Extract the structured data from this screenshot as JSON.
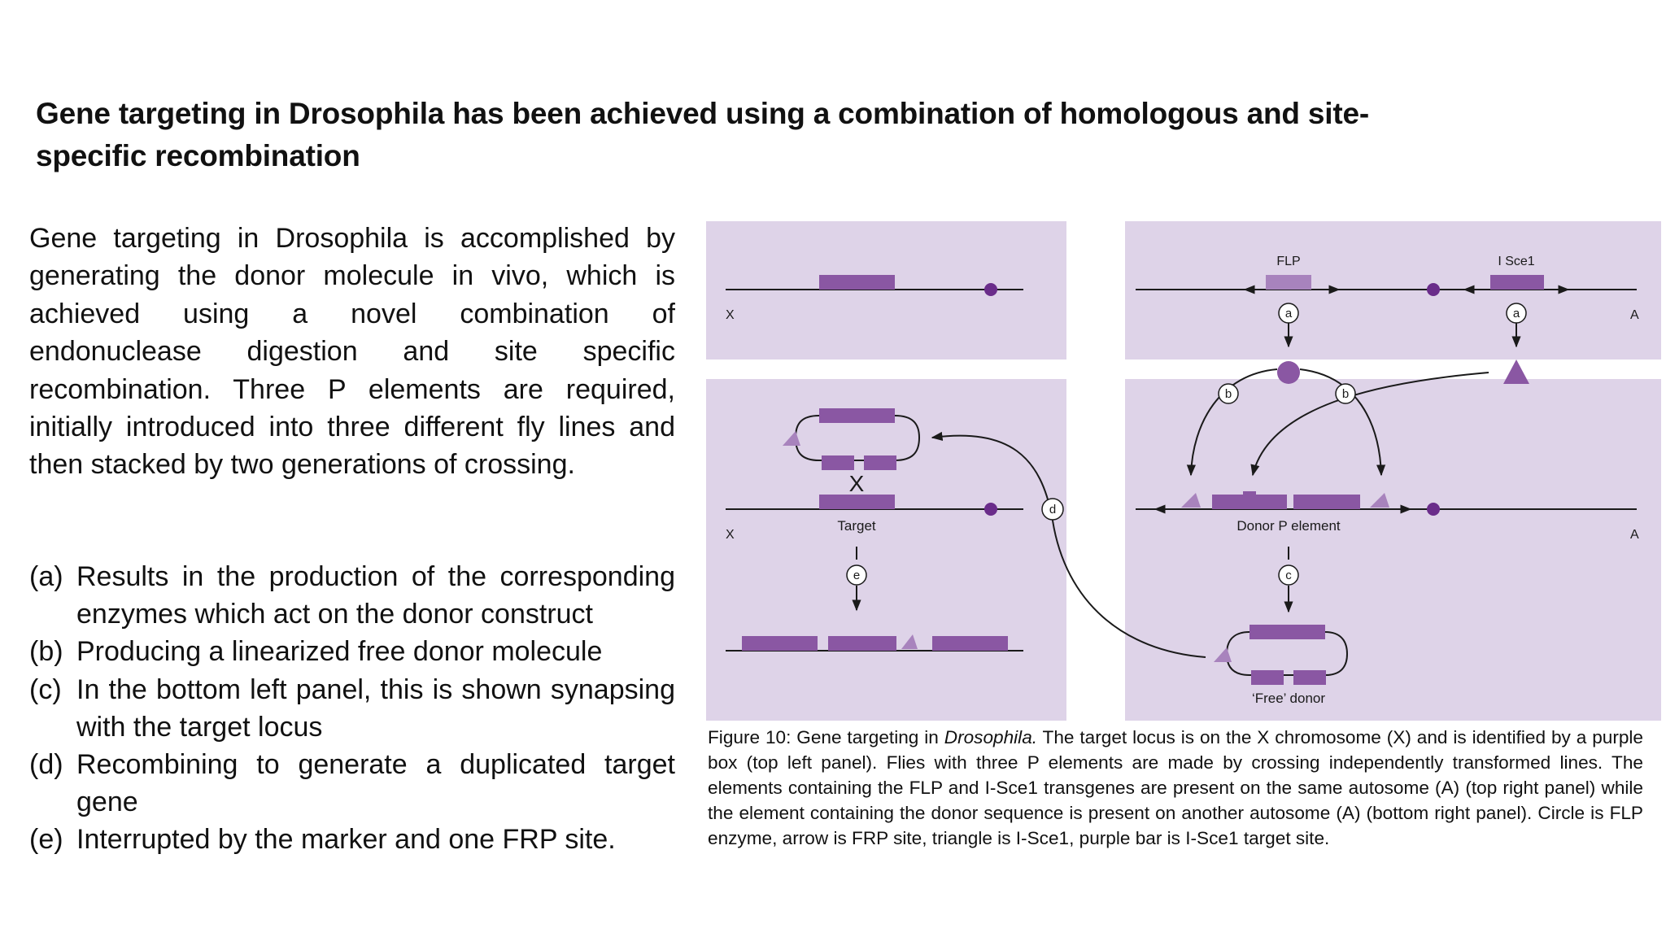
{
  "slide": {
    "title": "Gene targeting in Drosophila has been achieved using a combination of homologous and site-specific recombination",
    "intro": "Gene targeting in Drosophila is accomplished by generating the donor molecule in vivo, which is achieved using a novel combination of endonuclease digestion and site specific recombination. Three P elements are required, initially introduced into three different fly lines and then stacked by two generations of crossing.",
    "steps": [
      {
        "marker": "(a)",
        "text": "Results in the production of the corresponding enzymes which act on the donor construct"
      },
      {
        "marker": "(b)",
        "text": "Producing a linearized free donor molecule"
      },
      {
        "marker": "(c)",
        "text": "In the bottom left panel, this is shown synapsing with the target locus"
      },
      {
        "marker": "(d)",
        "text": "Recombining to generate a duplicated target gene"
      },
      {
        "marker": "(e)",
        "text": "Interrupted by the marker and one FRP site."
      }
    ]
  },
  "figure": {
    "labels": {
      "x": "X",
      "a": "A",
      "flp": "FLP",
      "isce1": "I Sce1",
      "target": "Target",
      "donor_p_element": "Donor P element",
      "free_donor": "‘Free’ donor",
      "cross": "X",
      "step_a": "a",
      "step_b": "b",
      "step_c": "c",
      "step_d": "d",
      "step_e": "e"
    },
    "colors": {
      "panel_bg": "#ded3e8",
      "box": "#8a57a3",
      "box_light": "#a883bd",
      "centromere": "#6a2c8a",
      "line": "#1a1a1a"
    },
    "caption": {
      "prefix": "Figure 10: Gene targeting in ",
      "species": "Drosophila.",
      "body": " The target locus is on the X chromosome (X) and is identified by a purple box (top left panel). Flies with three P elements are made by crossing independently transformed lines. The elements containing the FLP and I-Sce1 transgenes are present on the same autosome (A) (top right panel) while the element containing the donor sequence is present on another autosome (A) (bottom right panel). Circle is FLP enzyme, arrow is FRP site, triangle is I-Sce1, purple bar is I-Sce1 target site."
    }
  }
}
